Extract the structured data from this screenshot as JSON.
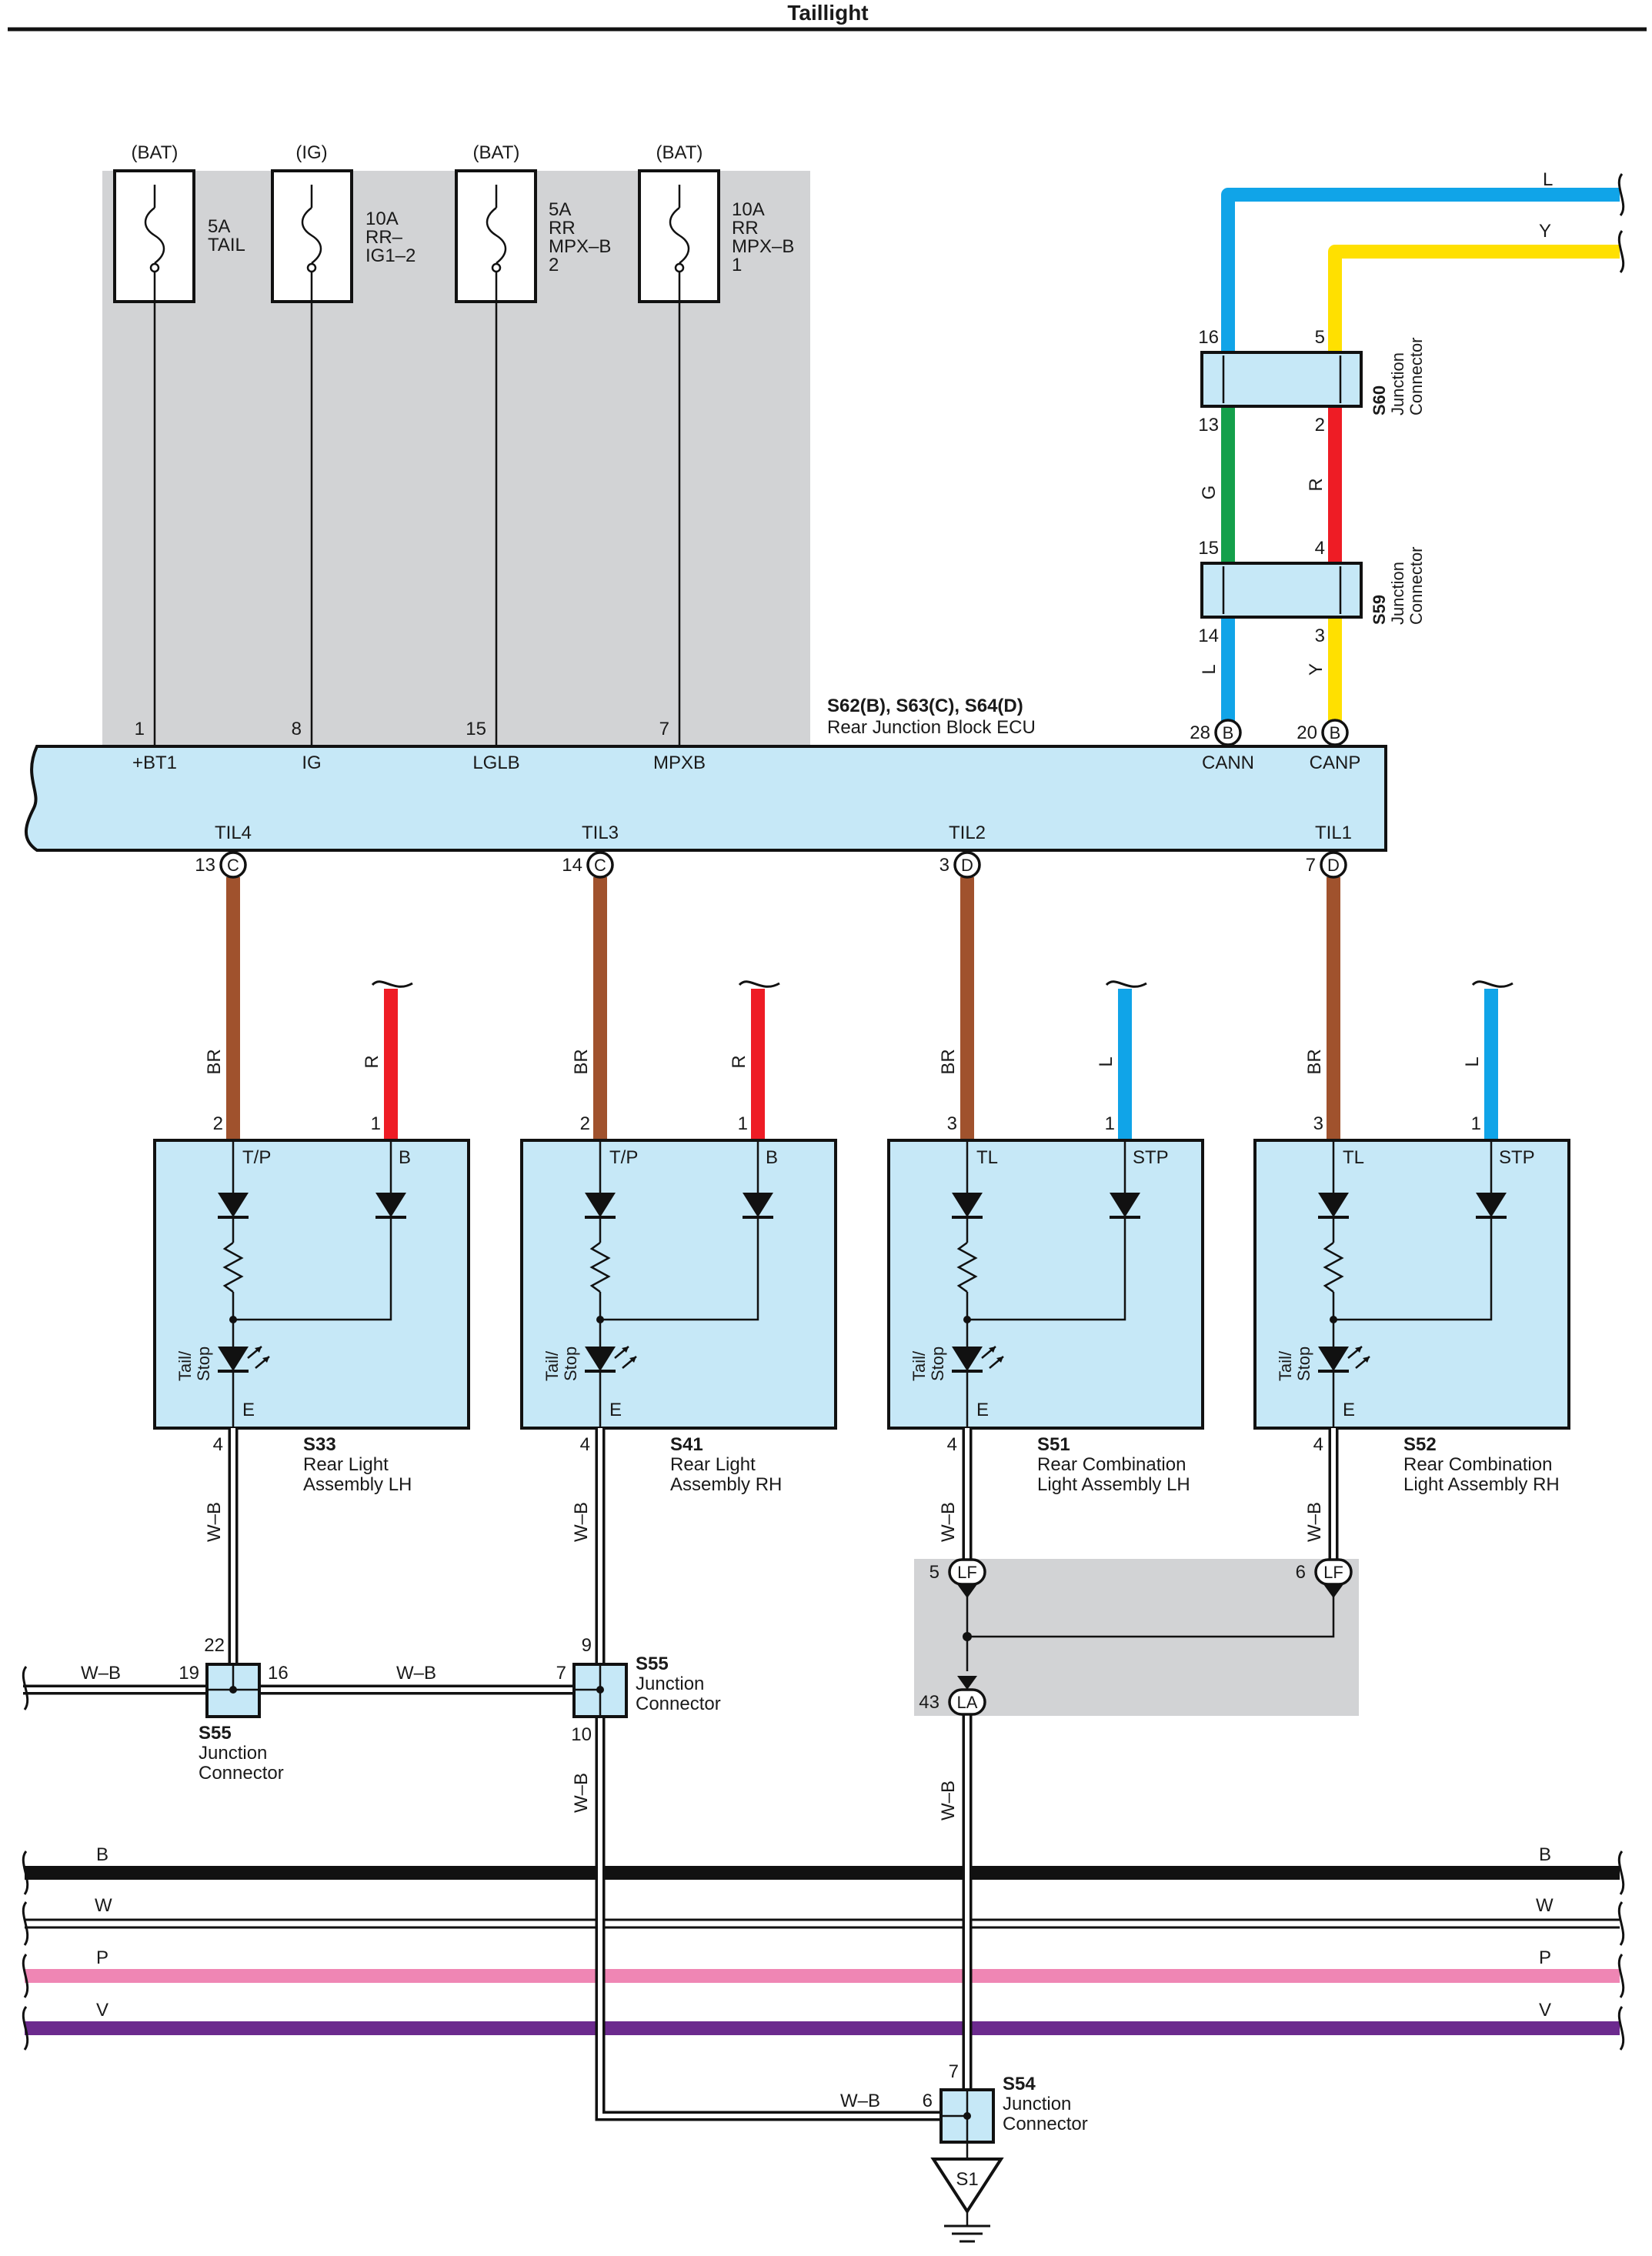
{
  "title": "Taillight",
  "colors": {
    "BR": "#a0522d",
    "R": "#ee1c25",
    "L": "#10a4e8",
    "Y": "#ffe000",
    "G": "#14a04b",
    "B": "#111111",
    "W": "#ffffff",
    "P": "#ef86b4",
    "V": "#6c2a8e",
    "box_fill": "#c6e8f7",
    "shade": "#d2d3d5"
  },
  "fuses": [
    {
      "source": "(BAT)",
      "rating": [
        "5A",
        "TAIL"
      ],
      "pin": "1",
      "terminal": "+BT1"
    },
    {
      "source": "(IG)",
      "rating": [
        "10A",
        "RR–",
        "IG1–2"
      ],
      "pin": "8",
      "terminal": "IG"
    },
    {
      "source": "(BAT)",
      "rating": [
        "5A",
        "RR",
        "MPX–B",
        "2"
      ],
      "pin": "15",
      "terminal": "LGLB"
    },
    {
      "source": "(BAT)",
      "rating": [
        "10A",
        "RR",
        "MPX–B",
        "1"
      ],
      "pin": "7",
      "terminal": "MPXB"
    }
  ],
  "ecu": {
    "code": "S62(B), S63(C), S64(D)",
    "name": "Rear Junction Block ECU",
    "can": [
      {
        "pin": "28",
        "conn": "B",
        "terminal": "CANN"
      },
      {
        "pin": "20",
        "conn": "B",
        "terminal": "CANP"
      }
    ],
    "outputs": [
      {
        "terminal": "TIL4",
        "pin": "13",
        "conn": "C"
      },
      {
        "terminal": "TIL3",
        "pin": "14",
        "conn": "C"
      },
      {
        "terminal": "TIL2",
        "pin": "3",
        "conn": "D"
      },
      {
        "terminal": "TIL1",
        "pin": "7",
        "conn": "D"
      }
    ]
  },
  "can_wires": {
    "top_left": "L",
    "top_right": "Y",
    "s60": {
      "code": "S60",
      "name": [
        "Junction",
        "Connector"
      ],
      "pins": [
        "16",
        "5",
        "13",
        "2"
      ]
    },
    "mid_left": "G",
    "mid_right": "R",
    "s59": {
      "code": "S59",
      "name": [
        "Junction",
        "Connector"
      ],
      "pins": [
        "15",
        "4",
        "14",
        "3"
      ]
    },
    "bot_left": "L",
    "bot_right": "Y"
  },
  "lamps": [
    {
      "code": "S33",
      "name": [
        "Rear Light",
        "Assembly LH"
      ],
      "pin_a": "2",
      "pin_b": "1",
      "term_a": "T/P",
      "term_b": "B",
      "wire_a": "BR",
      "wire_b": "R",
      "bulb": [
        "Tail/",
        "Stop"
      ],
      "ground_pin": "4",
      "ground_term": "E",
      "ground_wire": "W–B"
    },
    {
      "code": "S41",
      "name": [
        "Rear Light",
        "Assembly RH"
      ],
      "pin_a": "2",
      "pin_b": "1",
      "term_a": "T/P",
      "term_b": "B",
      "wire_a": "BR",
      "wire_b": "R",
      "bulb": [
        "Tail/",
        "Stop"
      ],
      "ground_pin": "4",
      "ground_term": "E",
      "ground_wire": "W–B"
    },
    {
      "code": "S51",
      "name": [
        "Rear Combination",
        "Light Assembly LH"
      ],
      "pin_a": "3",
      "pin_b": "1",
      "term_a": "TL",
      "term_b": "STP",
      "wire_a": "BR",
      "wire_b": "L",
      "bulb": [
        "Tail/",
        "Stop"
      ],
      "ground_pin": "4",
      "ground_term": "E",
      "ground_wire": "W–B"
    },
    {
      "code": "S52",
      "name": [
        "Rear Combination",
        "Light Assembly RH"
      ],
      "pin_a": "3",
      "pin_b": "1",
      "term_a": "TL",
      "term_b": "STP",
      "wire_a": "BR",
      "wire_b": "L",
      "bulb": [
        "Tail/",
        "Stop"
      ],
      "ground_pin": "4",
      "ground_term": "E",
      "ground_wire": "W–B"
    }
  ],
  "s55_left": {
    "code": "S55",
    "name": [
      "Junction",
      "Connector"
    ],
    "pin_top": "22",
    "pin_left": "19",
    "pin_right": "16",
    "wire_left": "W–B",
    "wire_right": "W–B"
  },
  "s55_right": {
    "code": "S55",
    "name": [
      "Junction",
      "Connector"
    ],
    "pin_top": "9",
    "pin_left": "7",
    "pin_bottom": "10",
    "wire_bottom": "W–B"
  },
  "splice": {
    "pin_left": "5",
    "pin_right": "6",
    "conn_top": "LF",
    "pin_bottom": "43",
    "conn_bottom": "LA",
    "wire_bottom": "W–B"
  },
  "buses": [
    {
      "label": "B"
    },
    {
      "label": "W"
    },
    {
      "label": "P"
    },
    {
      "label": "V"
    }
  ],
  "s54": {
    "code": "S54",
    "name": [
      "Junction",
      "Connector"
    ],
    "pin_top": "7",
    "pin_left": "6",
    "wire_left": "W–B"
  },
  "ground": {
    "label": "S1"
  }
}
